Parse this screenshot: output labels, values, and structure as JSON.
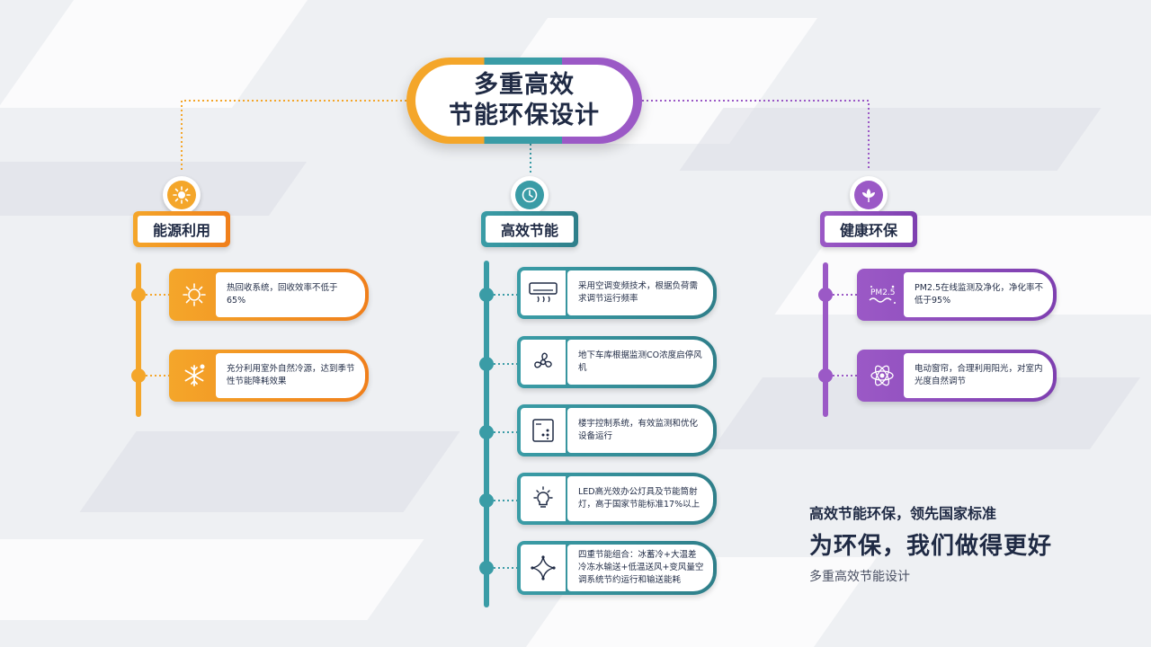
{
  "title": {
    "line1": "多重高效",
    "line2": "节能环保设计"
  },
  "colors": {
    "orange": "#f4a62a",
    "teal": "#3a9ca6",
    "purple": "#9b59c6",
    "text": "#1f2a44"
  },
  "categories": [
    {
      "label": "能源利用",
      "icon": "sun-icon",
      "items": [
        {
          "icon": "recycle-sun-icon",
          "text": "热回收系统，回收效率不低于65%"
        },
        {
          "icon": "snowflake-icon",
          "text": "充分利用室外自然冷源，达到季节性节能降耗效果"
        }
      ]
    },
    {
      "label": "高效节能",
      "icon": "clock-icon",
      "items": [
        {
          "icon": "air-conditioner-icon",
          "text": "采用空调变频技术，根据负荷需求调节运行频率"
        },
        {
          "icon": "fan-icon",
          "text": "地下车库根据监测CO浓度启停风机"
        },
        {
          "icon": "control-panel-icon",
          "text": "楼宇控制系统，有效监测和优化设备运行"
        },
        {
          "icon": "light-bulb-icon",
          "text": "LED高光效办公灯具及节能筒射灯，高于国家节能标准17%以上"
        },
        {
          "icon": "combination-icon",
          "text": "四重节能组合：冰蓄冷+大温差冷冻水输送+低温送风+变风量空调系统节约运行和输送能耗"
        }
      ]
    },
    {
      "label": "健康环保",
      "icon": "leaf-icon",
      "items": [
        {
          "icon": "pm25-icon",
          "text": "PM2.5在线监测及净化，净化率不低于95%"
        },
        {
          "icon": "atom-icon",
          "text": "电动窗帘，合理利用阳光，对室内光度自然调节"
        }
      ]
    }
  ],
  "slogan": {
    "line1": "高效节能环保，领先国家标准",
    "line2": "为环保，我们做得更好",
    "line3": "多重高效节能设计"
  }
}
